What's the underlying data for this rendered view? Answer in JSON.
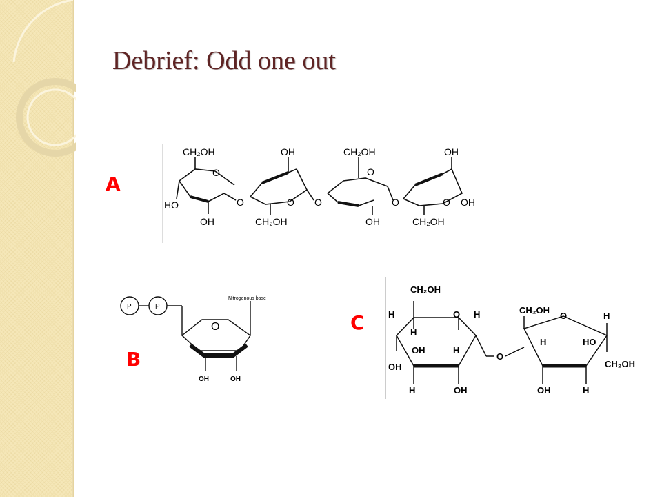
{
  "slide": {
    "title": "Debrief: Odd one out",
    "labels": {
      "a": "A",
      "b": "B",
      "c": "C"
    }
  },
  "colors": {
    "title": "#5e2424",
    "label": "#ff0000",
    "strip": "#f5e7b8"
  },
  "molecule_a": {
    "ch2oh": "CH₂OH",
    "oh": "OH",
    "ho": "HO",
    "o": "O"
  },
  "molecule_b": {
    "p": "P",
    "base": "Nitrogenous base",
    "oh": "OH",
    "o": "O"
  },
  "molecule_c": {
    "ch2oh": "CH₂OH",
    "h": "H",
    "oh": "OH",
    "ho": "HO",
    "o": "O"
  }
}
